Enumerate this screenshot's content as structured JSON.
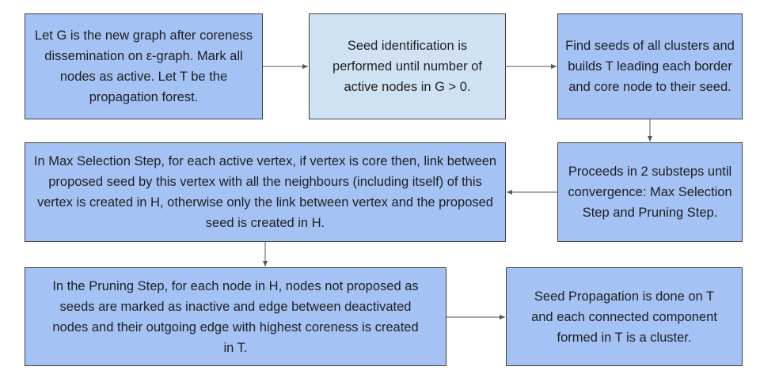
{
  "boxes": {
    "start": "Let G is the new graph after coreness dissemination on ε-graph. Mark all nodes as active. Let T be the propagation forest.",
    "loop": "Seed identification is performed until number of active nodes in G > 0.",
    "find_seeds": "Find seeds of all clusters and builds T leading each border and core node to their seed.",
    "substeps": "Proceeds in 2 substeps until convergence: Max Selection Step and Pruning Step.",
    "max_selection": "In Max Selection Step, for each active vertex, if vertex is core then, link between proposed seed by this vertex with all the neighbours (including itself) of this vertex is created in H, otherwise only the link between vertex and the proposed seed is created in H.",
    "pruning": "In the Pruning Step, for each node in H, nodes not proposed as seeds are marked as inactive and edge between deactivated nodes and their outgoing edge with highest coreness is created in T.",
    "propagation": "Seed Propagation is done on T and each connected component formed in T is a cluster."
  },
  "colors": {
    "box_fill": "#a4c2f4",
    "highlight_fill": "#cfe2f3",
    "border": "#3f3f3f",
    "arrow": "#555555"
  }
}
